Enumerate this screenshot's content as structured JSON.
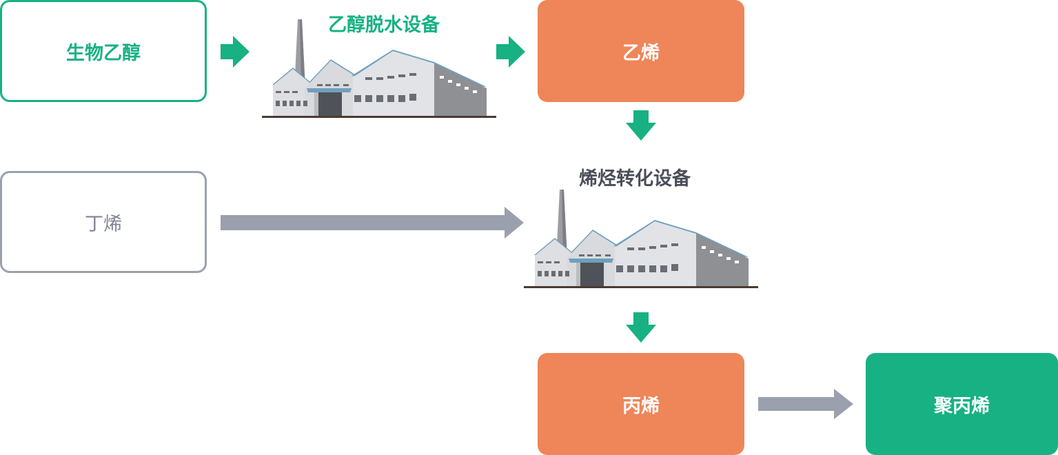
{
  "nodes": {
    "bioethanol": "生物乙醇",
    "butene": "丁烯",
    "ethylene": "乙烯",
    "propylene": "丙烯",
    "polypropylene": "聚丙烯"
  },
  "facilities": {
    "ethanol_dehydration": "乙醇脱水设备",
    "olefin_conversion": "烯烃转化设备"
  },
  "colors": {
    "green": "#17b183",
    "orange": "#ee8659",
    "gray": "#9aa0ad"
  },
  "icons": [
    "factory-icon",
    "arrow-right-icon",
    "arrow-down-icon"
  ]
}
